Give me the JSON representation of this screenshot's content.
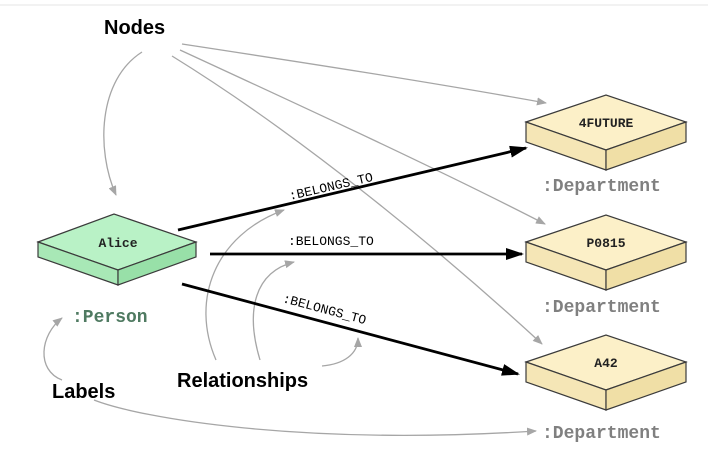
{
  "callouts": {
    "nodes": "Nodes",
    "relationships": "Relationships",
    "labels": "Labels"
  },
  "nodes": {
    "alice": {
      "name": "Alice",
      "label": ":Person"
    },
    "dept1": {
      "name": "4FUTURE",
      "label": ":Department"
    },
    "dept2": {
      "name": "P0815",
      "label": ":Department"
    },
    "dept3": {
      "name": "A42",
      "label": ":Department"
    }
  },
  "relationships": {
    "r1": ":BELONGS_TO",
    "r2": ":BELONGS_TO",
    "r3": ":BELONGS_TO"
  },
  "colors": {
    "person_top": "#b9f2c6",
    "person_side": "#98e0a8",
    "person_label": "#4f7a61",
    "department_top": "#fcf0c8",
    "department_side": "#f0dfa6",
    "department_label": "#808080",
    "arrow_gray": "#a6a6a6",
    "relationship_line": "#000000"
  }
}
